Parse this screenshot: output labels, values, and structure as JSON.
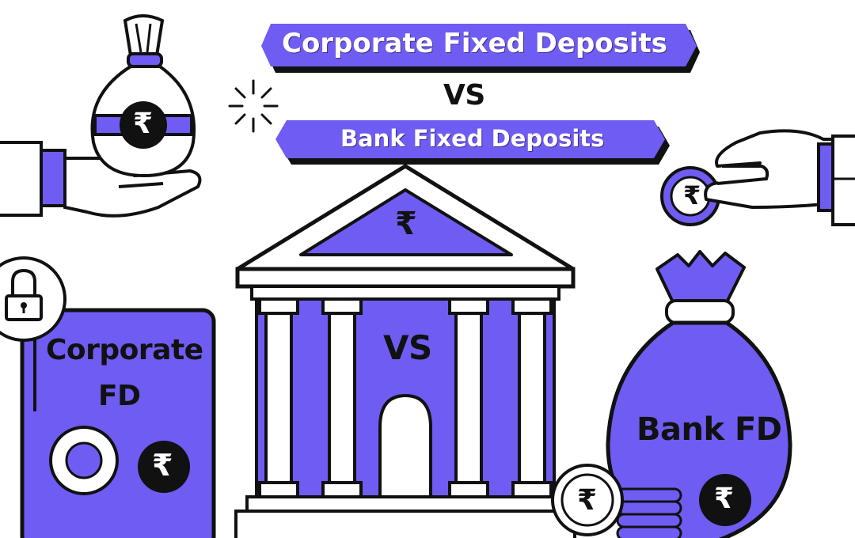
{
  "colors": {
    "accent": "#6f5cf2",
    "accent_dark": "#4a3bbf",
    "outline": "#111111",
    "background": "#ffffff",
    "light_purple": "#b9b0f7"
  },
  "banner_top": {
    "label": "Corporate Fixed Deposits"
  },
  "banner_vs": {
    "label": "VS"
  },
  "banner_bottom": {
    "label": "Bank Fixed Deposits"
  },
  "bank_building": {
    "label": "VS",
    "rupee": "₹"
  },
  "safe": {
    "line1": "Corporate",
    "line2": "FD",
    "rupee": "₹"
  },
  "money_bag": {
    "label": "Bank FD",
    "rupee": "₹"
  },
  "small_bag": {
    "rupee": "₹"
  },
  "coin_hand": {
    "rupee": "₹"
  },
  "coin_stack": {
    "rupee": "₹"
  },
  "icons": [
    "money-bag-icon",
    "hand-icon",
    "bank-building-icon",
    "safe-icon",
    "padlock-icon",
    "coin-icon",
    "sparkle-icon"
  ]
}
